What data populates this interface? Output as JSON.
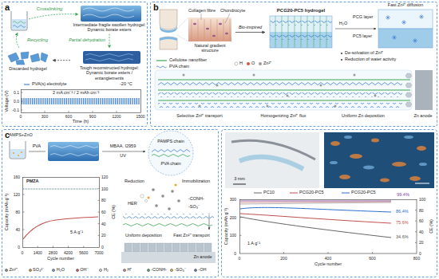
{
  "diagram": {
    "nodes": [
      {
        "text": [
          "a"
        ]
      },
      {
        "text": [
          "Intermediate fragile swollen hydrogel:",
          "Dynamic borate esters"
        ],
        "in": 0
      },
      {
        "text": [
          "Discarded hydrogel"
        ],
        "in": 0
      },
      {
        "text": [
          "Tough reconstructed hydrogel:",
          "Dynamic borate esters / entanglements"
        ],
        "in": 0
      },
      {
        "text": [
          "b"
        ]
      },
      {
        "text": [
          "Natural gradient structure"
        ],
        "in": 4
      },
      {
        "text": [
          "PCG20-PC5 hydrogel"
        ],
        "in": 4
      },
      {
        "text": [
          "c"
        ]
      }
    ],
    "edges": [
      {
        "from": 1,
        "to": 3,
        "label": "Partial dehydration",
        "arrow": "to"
      },
      {
        "from": 3,
        "to": 2,
        "arrow": "to"
      },
      {
        "from": 5,
        "to": 6,
        "label": "Bio-inspired",
        "arrow": "to"
      }
    ],
    "labels": [
      "Crosslinking",
      "Recycling",
      "PVA(s) electrolyte",
      "-20 °C",
      "2 mA cm⁻² / 2 mAh cm⁻²",
      "Voltage (V)",
      "0.1",
      "0.0",
      "-0.1",
      "0",
      "300",
      "600",
      "900",
      "1200",
      "1500",
      "Time (h)",
      "Collagen fibre",
      "Chondrocyte",
      "H₂O",
      "PCG layer",
      "PC5 layer",
      "Fast Zn²⁺ diffusion",
      "De-solvation of Zn²⁺",
      "Reduction of water activity",
      "Cellulose nanofiber",
      "PVA chain",
      "H",
      "O",
      "Zn²⁺",
      "Selective Zn²⁺ transport",
      "Homogenizing Zn²⁺ flux",
      "Uniform Zn deposition",
      "Zn anode",
      "AMPS+ZnO",
      "PVA",
      "MBAA, I2959",
      "UV",
      "PAMPS chain",
      "PVA chain",
      "PMZA",
      "5 A g⁻¹",
      "Capacity (mAh g⁻¹)",
      "0",
      "40",
      "80",
      "120",
      "160",
      "0",
      "20",
      "40",
      "60",
      "80",
      "100",
      "120",
      "CE (%)",
      "0",
      "1400",
      "2800",
      "4200",
      "5600",
      "7000",
      "Cycle number",
      "Reduction",
      "Immobilization",
      "HER",
      "-CONH-",
      "-SO₃⁻",
      "Uniform deposition",
      "Fast Zn²⁺ transport",
      "Zn anode",
      "3 mm",
      "PC10",
      "PCG20-PC5",
      "PCG20-PC5",
      "99.4%",
      "86.4%",
      "75.6%",
      "34.6%",
      "1 A g⁻¹",
      "Capacity (mAh g⁻¹)",
      "300",
      "200",
      "100",
      "0",
      "100",
      "80",
      "60",
      "40",
      "20",
      "0",
      "CE (%)",
      "0",
      "200",
      "400",
      "600",
      "800",
      "Cycle number"
    ],
    "legend": [
      {
        "text": "Zn²⁺",
        "color": "#8c8c8c"
      },
      {
        "text": "SO₄²⁻",
        "color": "#f0a030"
      },
      {
        "text": "H₂O",
        "color": "#5fa8e0"
      },
      {
        "text": "OH⁻",
        "color": "#d9534f"
      },
      {
        "text": "H₂",
        "color": "#e8f4fb"
      },
      {
        "text": "H⁺",
        "color": "#e377c2"
      },
      {
        "text": "-CONH-",
        "color": "#3cb371"
      },
      {
        "text": "-SO₃⁻",
        "color": "#f5c542"
      },
      {
        "text": "-OH",
        "color": "#4c72b0"
      }
    ]
  }
}
